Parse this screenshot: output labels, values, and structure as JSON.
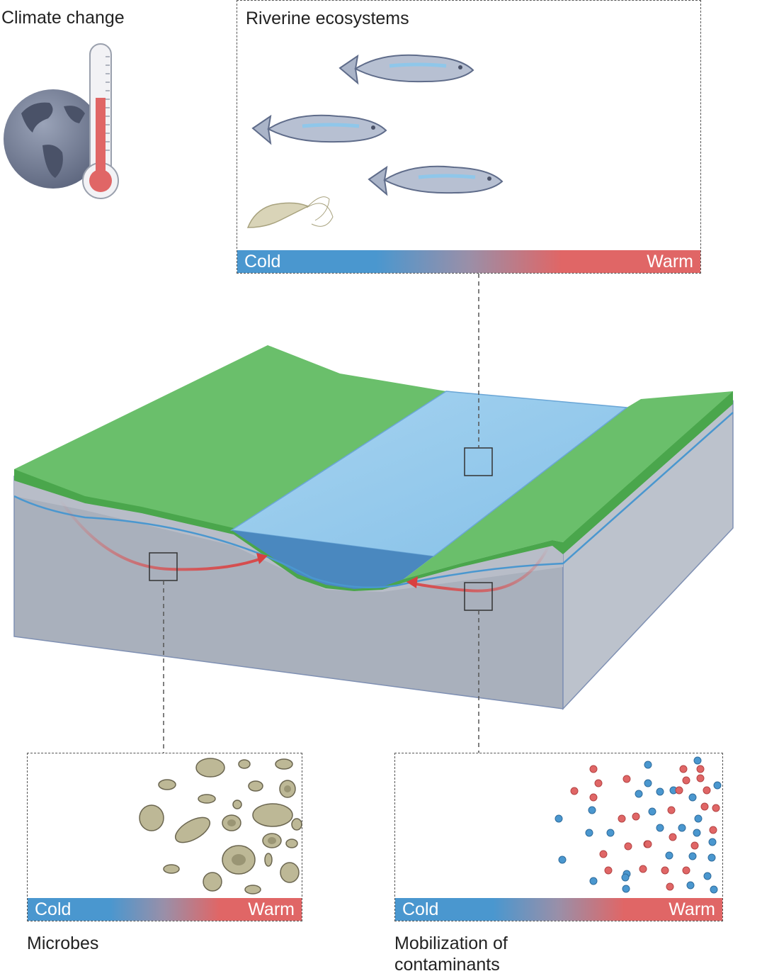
{
  "labels": {
    "climate_change": "Climate change",
    "riverine": "Riverine ecosystems",
    "microbes": "Microbes",
    "mobilization_line1": "Mobilization of",
    "mobilization_line2": "contaminants"
  },
  "gradient": {
    "cold_label": "Cold",
    "warm_label": "Warm",
    "cold_color": "#4a97cf",
    "warm_color": "#e06666"
  },
  "colors": {
    "land": "#6abf6b",
    "land_dark": "#4aa64c",
    "water_surface": "#8fc7ea",
    "water_deep": "#4a88bf",
    "soil": "#a9b0bc",
    "soil_side": "#b9bfca",
    "fish": "#aab4c8",
    "microbe": "#bdb896",
    "particle_red": "#e06666",
    "particle_blue": "#4a97cf"
  },
  "icons": [
    "globe-icon",
    "thermometer-icon",
    "fish-icon",
    "shrimp-icon",
    "microbe-icon",
    "particle-icon"
  ]
}
